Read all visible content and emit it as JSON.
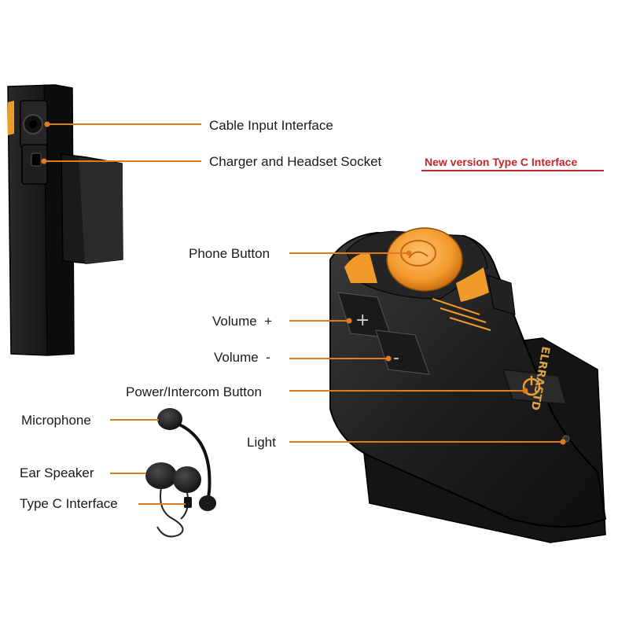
{
  "labels": {
    "cable_input": "Cable Input Interface",
    "charger_socket": "Charger and Headset Socket",
    "new_version": "New version Type C Interface",
    "phone_button": "Phone Button",
    "volume_plus": "Volume  +",
    "volume_minus": "Volume  -",
    "power_intercom": "Power/Intercom Button",
    "light": "Light",
    "microphone": "Microphone",
    "ear_speaker": "Ear Speaker",
    "type_c": "Type C Interface"
  },
  "device_brand": "ELRRASTD",
  "colors": {
    "leader_line": "#e07b1c",
    "accent_orange": "#f09a2a",
    "device_body": "#1c1c1c",
    "note_red": "#c0272d"
  }
}
